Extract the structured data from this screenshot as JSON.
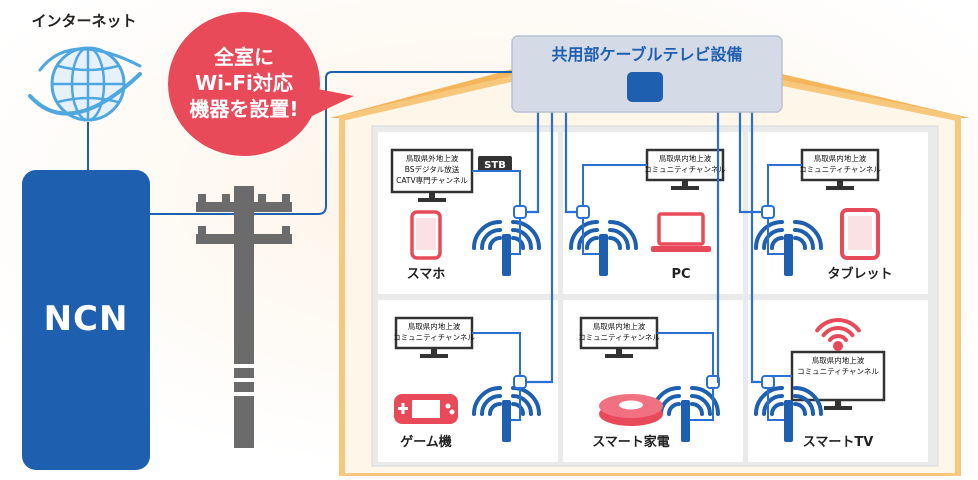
{
  "internet": {
    "label": "インターネット"
  },
  "isp": {
    "logo_text": "NCN"
  },
  "callout": {
    "lines": [
      "全室に",
      "Wi-Fi対応",
      "機器を設置!"
    ]
  },
  "shared_equipment": {
    "label": "共用部ケーブルテレビ設備"
  },
  "rooms": [
    {
      "tv_lines": [
        "鳥取県外地上波",
        "BSデジタル放送",
        "CATV専門チャンネル"
      ],
      "stb": "STB",
      "device_label": "スマホ",
      "device_icon": "smartphone-icon"
    },
    {
      "tv_lines": [
        "鳥取県内地上波",
        "コミュニティチャンネル"
      ],
      "device_label": "PC",
      "device_icon": "laptop-icon"
    },
    {
      "tv_lines": [
        "鳥取県内地上波",
        "コミュニティチャンネル"
      ],
      "device_label": "タブレット",
      "device_icon": "tablet-icon"
    },
    {
      "tv_lines": [
        "鳥取県内地上波",
        "コミュニティチャンネル"
      ],
      "device_label": "ゲーム機",
      "device_icon": "game-console-icon"
    },
    {
      "tv_lines": [
        "鳥取県内地上波",
        "コミュニティチャンネル"
      ],
      "device_label": "スマート家電",
      "device_icon": "robot-vacuum-icon"
    },
    {
      "tv_lines": [
        "鳥取県内地上波",
        "コミュニティチャンネル"
      ],
      "device_label": "スマートTV",
      "device_icon": "smart-tv-icon"
    }
  ],
  "colors": {
    "blue": "#1e5fb0",
    "cable": "#2a6fd1",
    "red": "#e84a5a",
    "roof": "#f5b55a",
    "wall": "#f7c77c",
    "pole": "#6b6b6b",
    "shared_box": "#d5dbe6",
    "room_bg": "#ffffff"
  }
}
